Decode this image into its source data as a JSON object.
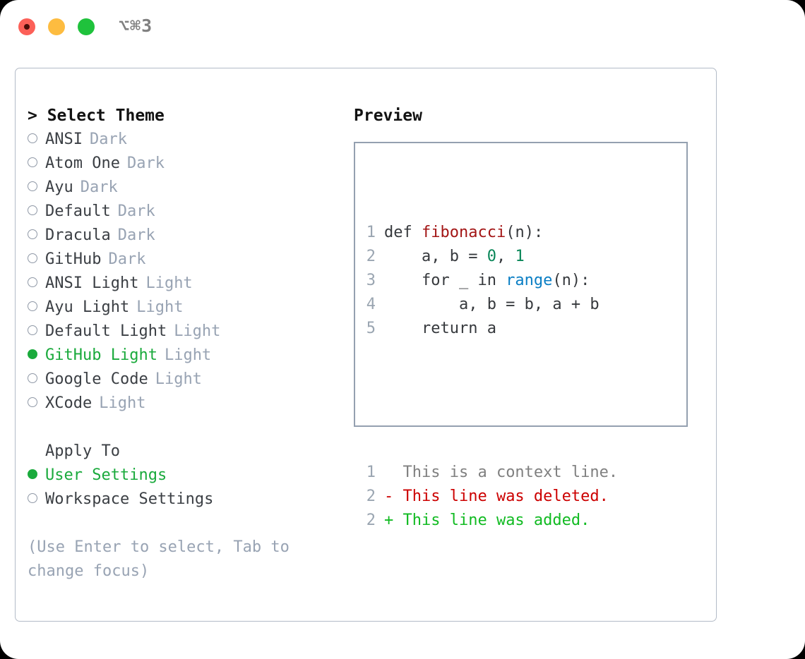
{
  "window": {
    "title": "⌥⌘3",
    "traffic_lights": [
      {
        "name": "close",
        "color": "#fc6058"
      },
      {
        "name": "minimize",
        "color": "#fdbc40"
      },
      {
        "name": "maximize",
        "color": "#1fc23c"
      }
    ],
    "accent_color": "#1aaa3c",
    "muted_color": "#98a3b3",
    "border_color": "#b3bbc7"
  },
  "theme_picker": {
    "header": "> Select Theme",
    "options": [
      {
        "label": "ANSI",
        "tag": "Dark",
        "selected": false
      },
      {
        "label": "Atom One",
        "tag": "Dark",
        "selected": false
      },
      {
        "label": "Ayu",
        "tag": "Dark",
        "selected": false
      },
      {
        "label": "Default",
        "tag": "Dark",
        "selected": false
      },
      {
        "label": "Dracula",
        "tag": "Dark",
        "selected": false
      },
      {
        "label": "GitHub",
        "tag": "Dark",
        "selected": false
      },
      {
        "label": "ANSI Light",
        "tag": "Light",
        "selected": false
      },
      {
        "label": "Ayu Light",
        "tag": "Light",
        "selected": false
      },
      {
        "label": "Default Light",
        "tag": "Light",
        "selected": false
      },
      {
        "label": "GitHub Light",
        "tag": "Light",
        "selected": true
      },
      {
        "label": "Google Code",
        "tag": "Light",
        "selected": false
      },
      {
        "label": "XCode",
        "tag": "Light",
        "selected": false
      }
    ]
  },
  "apply_to": {
    "header": "Apply To",
    "options": [
      {
        "label": "User Settings",
        "selected": true
      },
      {
        "label": "Workspace Settings",
        "selected": false
      }
    ]
  },
  "hint": "(Use Enter to select, Tab to change focus)",
  "preview": {
    "title": "Preview",
    "code_lines": [
      {
        "number": "1",
        "tokens": [
          {
            "text": "def ",
            "type": "plain"
          },
          {
            "text": "fibonacci",
            "type": "fn"
          },
          {
            "text": "(n):",
            "type": "plain"
          }
        ]
      },
      {
        "number": "2",
        "tokens": [
          {
            "text": "    a, b = ",
            "type": "plain"
          },
          {
            "text": "0",
            "type": "num"
          },
          {
            "text": ", ",
            "type": "plain"
          },
          {
            "text": "1",
            "type": "num"
          }
        ]
      },
      {
        "number": "3",
        "tokens": [
          {
            "text": "    for _ in ",
            "type": "plain"
          },
          {
            "text": "range",
            "type": "call"
          },
          {
            "text": "(n):",
            "type": "plain"
          }
        ]
      },
      {
        "number": "4",
        "tokens": [
          {
            "text": "        a, b = b, a + b",
            "type": "plain"
          }
        ]
      },
      {
        "number": "5",
        "tokens": [
          {
            "text": "    return a",
            "type": "plain"
          }
        ]
      }
    ],
    "diff_lines": [
      {
        "number": "1",
        "marker": " ",
        "text": " This is a context line.",
        "type": "context"
      },
      {
        "number": "2",
        "marker": "-",
        "text": " This line was deleted.",
        "type": "deleted"
      },
      {
        "number": "2",
        "marker": "+",
        "text": " This line was added.",
        "type": "added"
      }
    ]
  }
}
